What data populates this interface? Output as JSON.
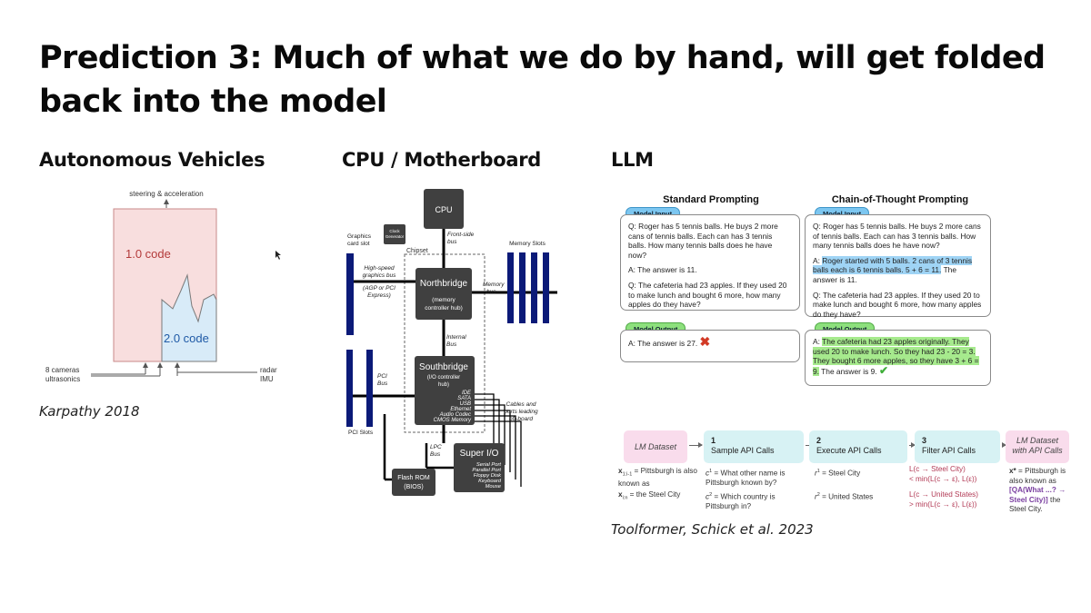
{
  "slide": {
    "title": "Prediction 3: Much of what we do by hand, will get folded back into the model"
  },
  "sections": {
    "av": {
      "heading": "Autonomous Vehicles",
      "caption": "Karpathy 2018"
    },
    "cpu": {
      "heading": "CPU / Motherboard"
    },
    "llm": {
      "heading": "LLM",
      "caption": "Toolformer, Schick et al. 2023"
    }
  },
  "av_diagram": {
    "top_label": "steering & acceleration",
    "code_1": "1.0 code",
    "code_2": "2.0 code",
    "inputs_left": [
      "8 cameras",
      "ultrasonics"
    ],
    "inputs_right": [
      "radar",
      "IMU"
    ],
    "colors": {
      "box_fill": "#f8dede",
      "box_stroke": "#c88a8a",
      "code1_text": "#b33a3a",
      "code2_fill": "#d8ebf8",
      "code2_text": "#1f5aa6"
    }
  },
  "motherboard": {
    "cpu": "CPU",
    "clock": [
      "Clock",
      "Generator"
    ],
    "front_side_bus": [
      "Front-side",
      "bus"
    ],
    "graphics_slot": [
      "Graphics",
      "card slot"
    ],
    "graphics_bus": [
      "High-speed",
      "graphics bus",
      "(AGP or PCI",
      "Express)"
    ],
    "chipset": "Chipset",
    "memory_slots": "Memory Slots",
    "memory_bus": [
      "Memory",
      "bus"
    ],
    "northbridge": "Northbridge",
    "northbridge_sub": [
      "(memory",
      "controller hub)"
    ],
    "internal_bus": [
      "Internal",
      "Bus"
    ],
    "southbridge": "Southbridge",
    "southbridge_sub": [
      "(I/O controller",
      "hub)"
    ],
    "southbridge_ports": [
      "IDE",
      "SATA",
      "USB",
      "Ethernet",
      "Audio Codec",
      "CMOS Memory"
    ],
    "pci_bus": [
      "PCI",
      "Bus"
    ],
    "pci_slots": "PCI Slots",
    "cables": [
      "Cables and",
      "ports leading",
      "off-board"
    ],
    "lpc_bus": [
      "LPC",
      "Bus"
    ],
    "super_io": "Super I/O",
    "super_io_ports": [
      "Serial Port",
      "Parallel Port",
      "Floppy Disk",
      "Keyboard",
      "Mouse"
    ],
    "flash_rom": [
      "Flash ROM",
      "(BIOS)"
    ],
    "colors": {
      "chip": "#404040",
      "slot": "#0b1a78"
    }
  },
  "cot": {
    "standard_title": "Standard Prompting",
    "cot_title": "Chain-of-Thought Prompting",
    "model_input": "Model Input",
    "model_output": "Model Output",
    "q1": "Q: Roger has 5 tennis balls. He buys 2 more cans of tennis balls. Each can has 3 tennis balls. How many tennis balls does he have now?",
    "a1_standard": "A: The answer is 11.",
    "a1_cot_prefix": "A: ",
    "a1_cot_reasoning": "Roger started with 5 balls. 2 cans of 3 tennis balls each is 6 tennis balls. 5 + 6 = 11.",
    "a1_cot_suffix": " The answer is 11.",
    "q2": "Q: The cafeteria had 23 apples. If they used 20 to make lunch and bought 6 more, how many apples do they have?",
    "out_standard": "A: The answer is 27.",
    "out_cot_prefix": "A: ",
    "out_cot_reasoning": "The cafeteria had 23 apples originally. They used 20 to make lunch. So they had 23 - 20 = 3. They bought 6 more apples, so they have 3 + 6 = 9.",
    "out_cot_suffix": " The answer is 9.",
    "wrong_icon": "cross-icon",
    "right_icon": "check-icon"
  },
  "toolformer": {
    "lm_dataset": "LM Dataset",
    "lm_dataset_api": "LM Dataset with API Calls",
    "step1_num": "1",
    "step1": "Sample API Calls",
    "step2_num": "2",
    "step2": "Execute API Calls",
    "step3_num": "3",
    "step3": "Filter API Calls",
    "x1_label": "x",
    "x1_sub": "1:i-1",
    "x1_text": " = Pittsburgh is also known as",
    "x2_label": "x",
    "x2_sub": "i:n",
    "x2_text": " = the Steel City",
    "c1": "c",
    "c1_text": " = What other name is Pittsburgh known by?",
    "c2": "c",
    "c2_text": " = Which country is Pittsburgh in?",
    "r1": "r",
    "r1_text": " = Steel City",
    "r2": "r",
    "r2_text": " = United States",
    "f1_line1": "L(c → Steel City)",
    "f1_line2": "< min(L(c → ε), L(ε))",
    "f2_line1": "L(c → United States)",
    "f2_line2": "> min(L(c → ε), L(ε))",
    "out_label": "x*",
    "out_text1": " = Pittsburgh is also known as",
    "out_call": "[QA(What ...? → Steel City)]",
    "out_text2": " the Steel City."
  }
}
